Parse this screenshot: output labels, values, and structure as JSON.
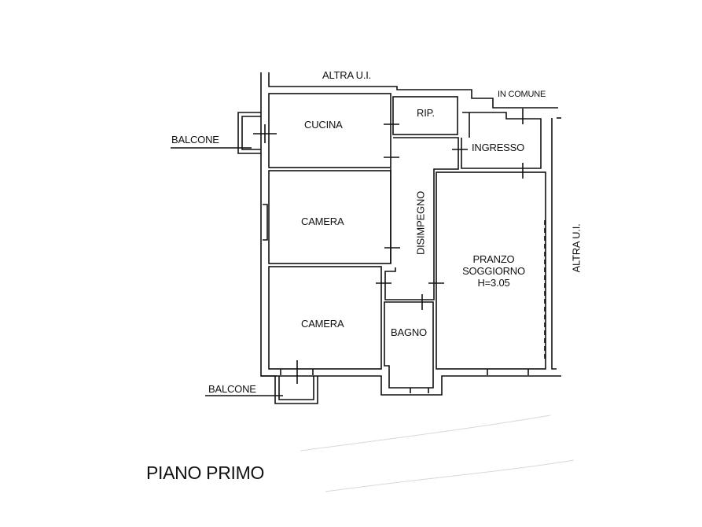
{
  "drawing": {
    "title": "PIANO PRIMO",
    "colors": {
      "line": "#111111",
      "background": "#ffffff",
      "smudge": "#d8d8d8"
    }
  },
  "neighbors": {
    "top": "ALTRA U.I.",
    "right": "ALTRA U.I.",
    "shared": "IN COMUNE"
  },
  "balconies": {
    "upper": "BALCONE",
    "lower": "BALCONE"
  },
  "rooms": {
    "kitchen": "CUCINA",
    "storage": "RIP.",
    "entrance": "INGRESSO",
    "bedroom1": "CAMERA",
    "bedroom2": "CAMERA",
    "hallway": "DISIMPEGNO",
    "bathroom": "BAGNO",
    "living": {
      "line1": "PRANZO",
      "line2": "SOGGIORNO",
      "height": "H=3.05"
    }
  }
}
